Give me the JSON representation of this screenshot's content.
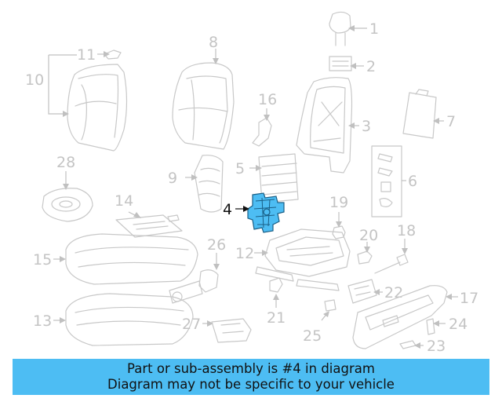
{
  "callouts": {
    "c1": "1",
    "c2": "2",
    "c3": "3",
    "c4": "4",
    "c5": "5",
    "c6": "6",
    "c7": "7",
    "c8": "8",
    "c9": "9",
    "c10": "10",
    "c11": "11",
    "c12": "12",
    "c13": "13",
    "c14": "14",
    "c15": "15",
    "c16": "16",
    "c17": "17",
    "c18": "18",
    "c19": "19",
    "c20": "20",
    "c21": "21",
    "c22": "22",
    "c23": "23",
    "c24": "24",
    "c25": "25",
    "c26": "26",
    "c27": "27",
    "c28": "28"
  },
  "highlighted_part": "4",
  "colors": {
    "highlight": "#4dbdf3",
    "line_art": "#c8c8c8",
    "banner": "#4dbdf3"
  },
  "banner": {
    "line1": "Part or sub-assembly is #4 in diagram",
    "line2": "Diagram may not be specific to your vehicle"
  }
}
